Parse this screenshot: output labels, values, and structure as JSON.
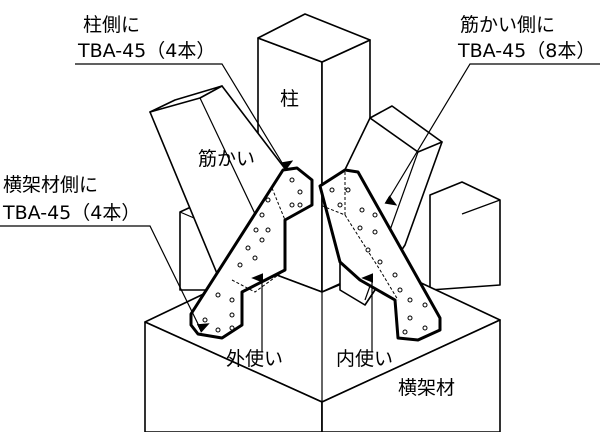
{
  "labels": {
    "column_side": "柱側に",
    "column_screws": "TBA-45（4本）",
    "brace_side": "筋かい側に",
    "brace_screws": "TBA-45（8本）",
    "beam_side": "横架材側に",
    "beam_screws": "TBA-45（4本）",
    "column": "柱",
    "brace": "筋かい",
    "outer_use": "外使い",
    "inner_use": "内使い",
    "beam": "横架材"
  }
}
